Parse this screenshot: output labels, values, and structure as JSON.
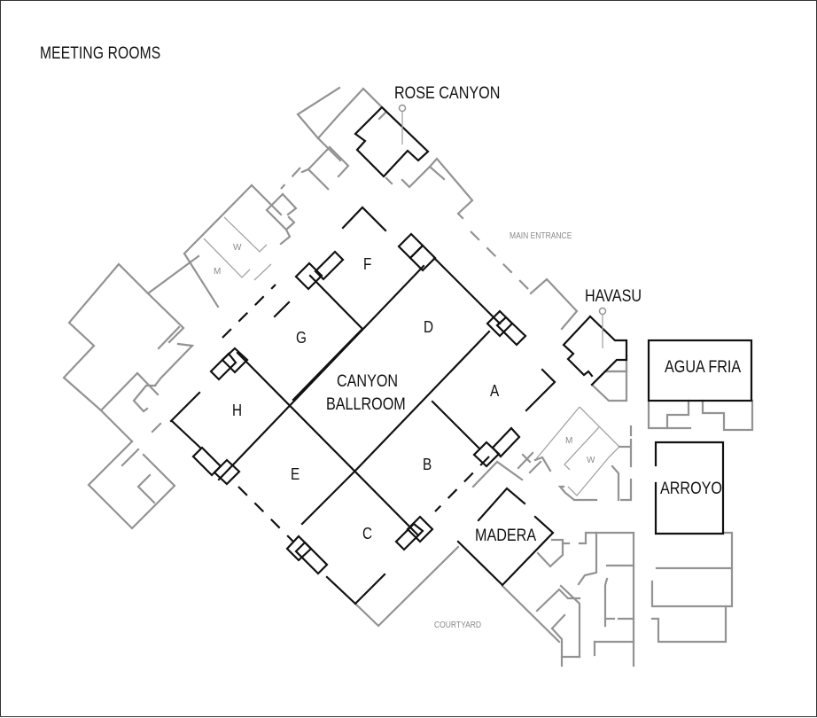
{
  "map": {
    "title": "MEETING ROOMS",
    "colors": {
      "room_outline": "#111111",
      "building_outline": "#939393",
      "frame_border": "#333333",
      "label_text": "#111111",
      "landmark_text": "#8a8a8a"
    },
    "rooms": {
      "rose_canyon": "ROSE CANYON",
      "havasu": "HAVASU",
      "agua_fria": "AGUA FRIA",
      "arroyo": "ARROYO",
      "madera": "MADERA",
      "canyon_ballroom_line1": "CANYON",
      "canyon_ballroom_line2": "BALLROOM",
      "section_a": "A",
      "section_b": "B",
      "section_c": "C",
      "section_d": "D",
      "section_e": "E",
      "section_f": "F",
      "section_g": "G",
      "section_h": "H"
    },
    "landmarks": {
      "main_entrance": "MAIN ENTRANCE",
      "courtyard": "COURTYARD"
    },
    "restrooms": {
      "west_men": "M",
      "west_women": "W",
      "east_men": "M",
      "east_women": "W"
    }
  }
}
